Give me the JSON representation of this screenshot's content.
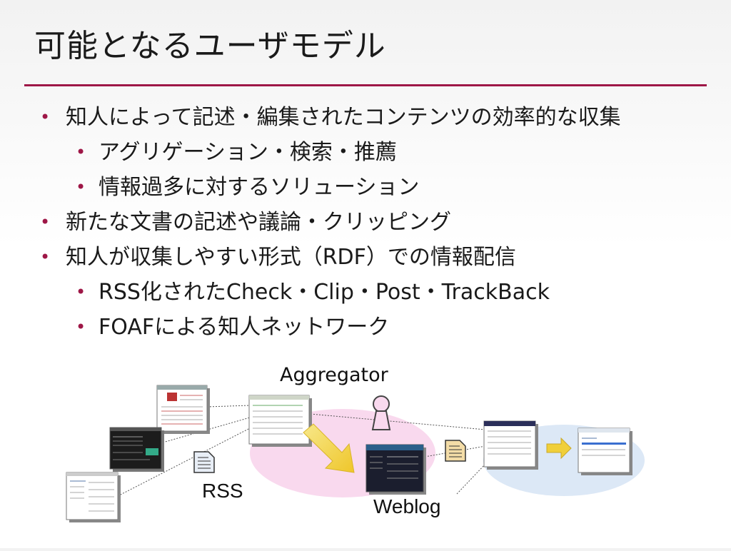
{
  "slide": {
    "title": "可能となるユーザモデル",
    "bullets": [
      {
        "level": 1,
        "text": "知人によって記述・編集されたコンテンツの効率的な収集"
      },
      {
        "level": 2,
        "text": "アグリゲーション・検索・推薦"
      },
      {
        "level": 2,
        "text": "情報過多に対するソリューション"
      },
      {
        "level": 1,
        "text": "新たな文書の記述や議論・クリッピング"
      },
      {
        "level": 1,
        "text": "知人が収集しやすい形式（RDF）での情報配信"
      },
      {
        "level": 2,
        "text": "RSS化されたCheck・Clip・Post・TrackBack"
      },
      {
        "level": 2,
        "text": "FOAFによる知人ネットワーク"
      }
    ],
    "bullet_glyph": "•",
    "accent_color": "#9e1747"
  },
  "diagram": {
    "labels": {
      "aggregator": "Aggregator",
      "rss": "RSS",
      "weblog": "Weblog"
    },
    "icons": [
      "web-page-thumbnail-icon",
      "person-icon",
      "document-icon",
      "arrow-icon"
    ],
    "colors": {
      "aggregator_zone": "#f9d9ee",
      "reader_zone": "#dce8f6",
      "arrow": "#f2d64a"
    }
  }
}
